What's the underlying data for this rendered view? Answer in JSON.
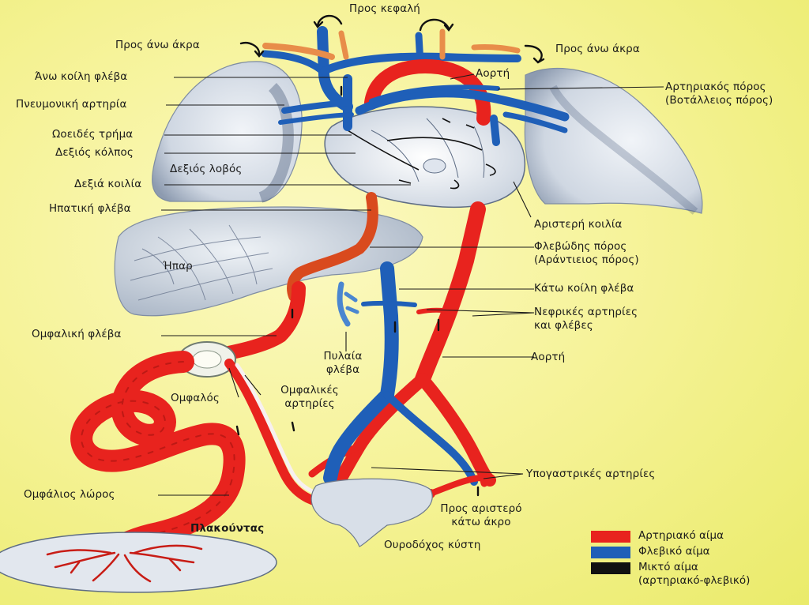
{
  "colors": {
    "arterial": "#e8231e",
    "venous": "#1f5fb8",
    "mixed": "#111111",
    "background": "#f6f39a",
    "lung": "#dde3ec",
    "liver": "#d9dfe6"
  },
  "labels": {
    "to_head": "Προς κεφαλή",
    "to_upper_limbs_left": "Προς άνω άκρα",
    "to_upper_limbs_right": "Προς άνω άκρα",
    "superior_vena_cava": "Άνω κοίλη φλέβα",
    "aorta_top": "Αορτή",
    "ductus_arteriosus_1": "Αρτηριακός πόρος",
    "ductus_arteriosus_2": "(Βοτάλλειος πόρος)",
    "pulmonary_artery": "Πνευμονική αρτηρία",
    "foramen_ovale": "Ωοειδές τρήμα",
    "right_atrium": "Δεξιός κόλπος",
    "right_lobe": "Δεξιός λοβός",
    "right_ventricle": "Δεξιά κοιλία",
    "hepatic_vein": "Ηπατική φλέβα",
    "left_ventricle": "Αριστερή κοιλία",
    "ductus_venosus_1": "Φλεβώδης πόρος",
    "ductus_venosus_2": "(Αράντιειος πόρος)",
    "liver": "Ήπαρ",
    "inferior_vena_cava": "Κάτω κοίλη φλέβα",
    "renal_1": "Νεφρικές αρτηρίες",
    "renal_2": "και φλέβες",
    "umbilical_vein": "Ομφαλική φλέβα",
    "portal_vein_1": "Πυλαία",
    "portal_vein_2": "φλέβα",
    "aorta_bottom": "Αορτή",
    "umbilicus": "Ομφαλός",
    "umbilical_arteries_1": "Ομφαλικές",
    "umbilical_arteries_2": "αρτηρίες",
    "hypogastric_arteries": "Υπογαστρικές αρτηρίες",
    "umbilical_cord": "Ομφάλιος λώρος",
    "to_left_lower_limb_1": "Προς αριστερό",
    "to_left_lower_limb_2": "κάτω άκρο",
    "placenta": "Πλακούντας",
    "bladder": "Ουροδόχος κύστη"
  },
  "legend": [
    {
      "color": "#e8231e",
      "label": "Αρτηριακό αίμα",
      "sub": ""
    },
    {
      "color": "#1f5fb8",
      "label": "Φλεβικό αίμα",
      "sub": ""
    },
    {
      "color": "#111111",
      "label": "Μικτό αίμα",
      "sub": "(αρτηριακό-φλεβικό)"
    }
  ]
}
